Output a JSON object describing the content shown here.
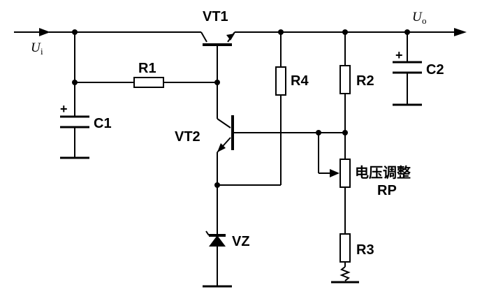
{
  "labels": {
    "vt1": "VT1",
    "vt2": "VT2",
    "r1": "R1",
    "r2": "R2",
    "r3": "R3",
    "r4": "R4",
    "c1": "C1",
    "c2": "C2",
    "vz": "VZ",
    "rp_name": "电压调整",
    "rp_code": "RP",
    "input_symbol": "U",
    "input_sub": "i",
    "output_symbol": "U",
    "output_sub": "o",
    "plus": "+"
  }
}
